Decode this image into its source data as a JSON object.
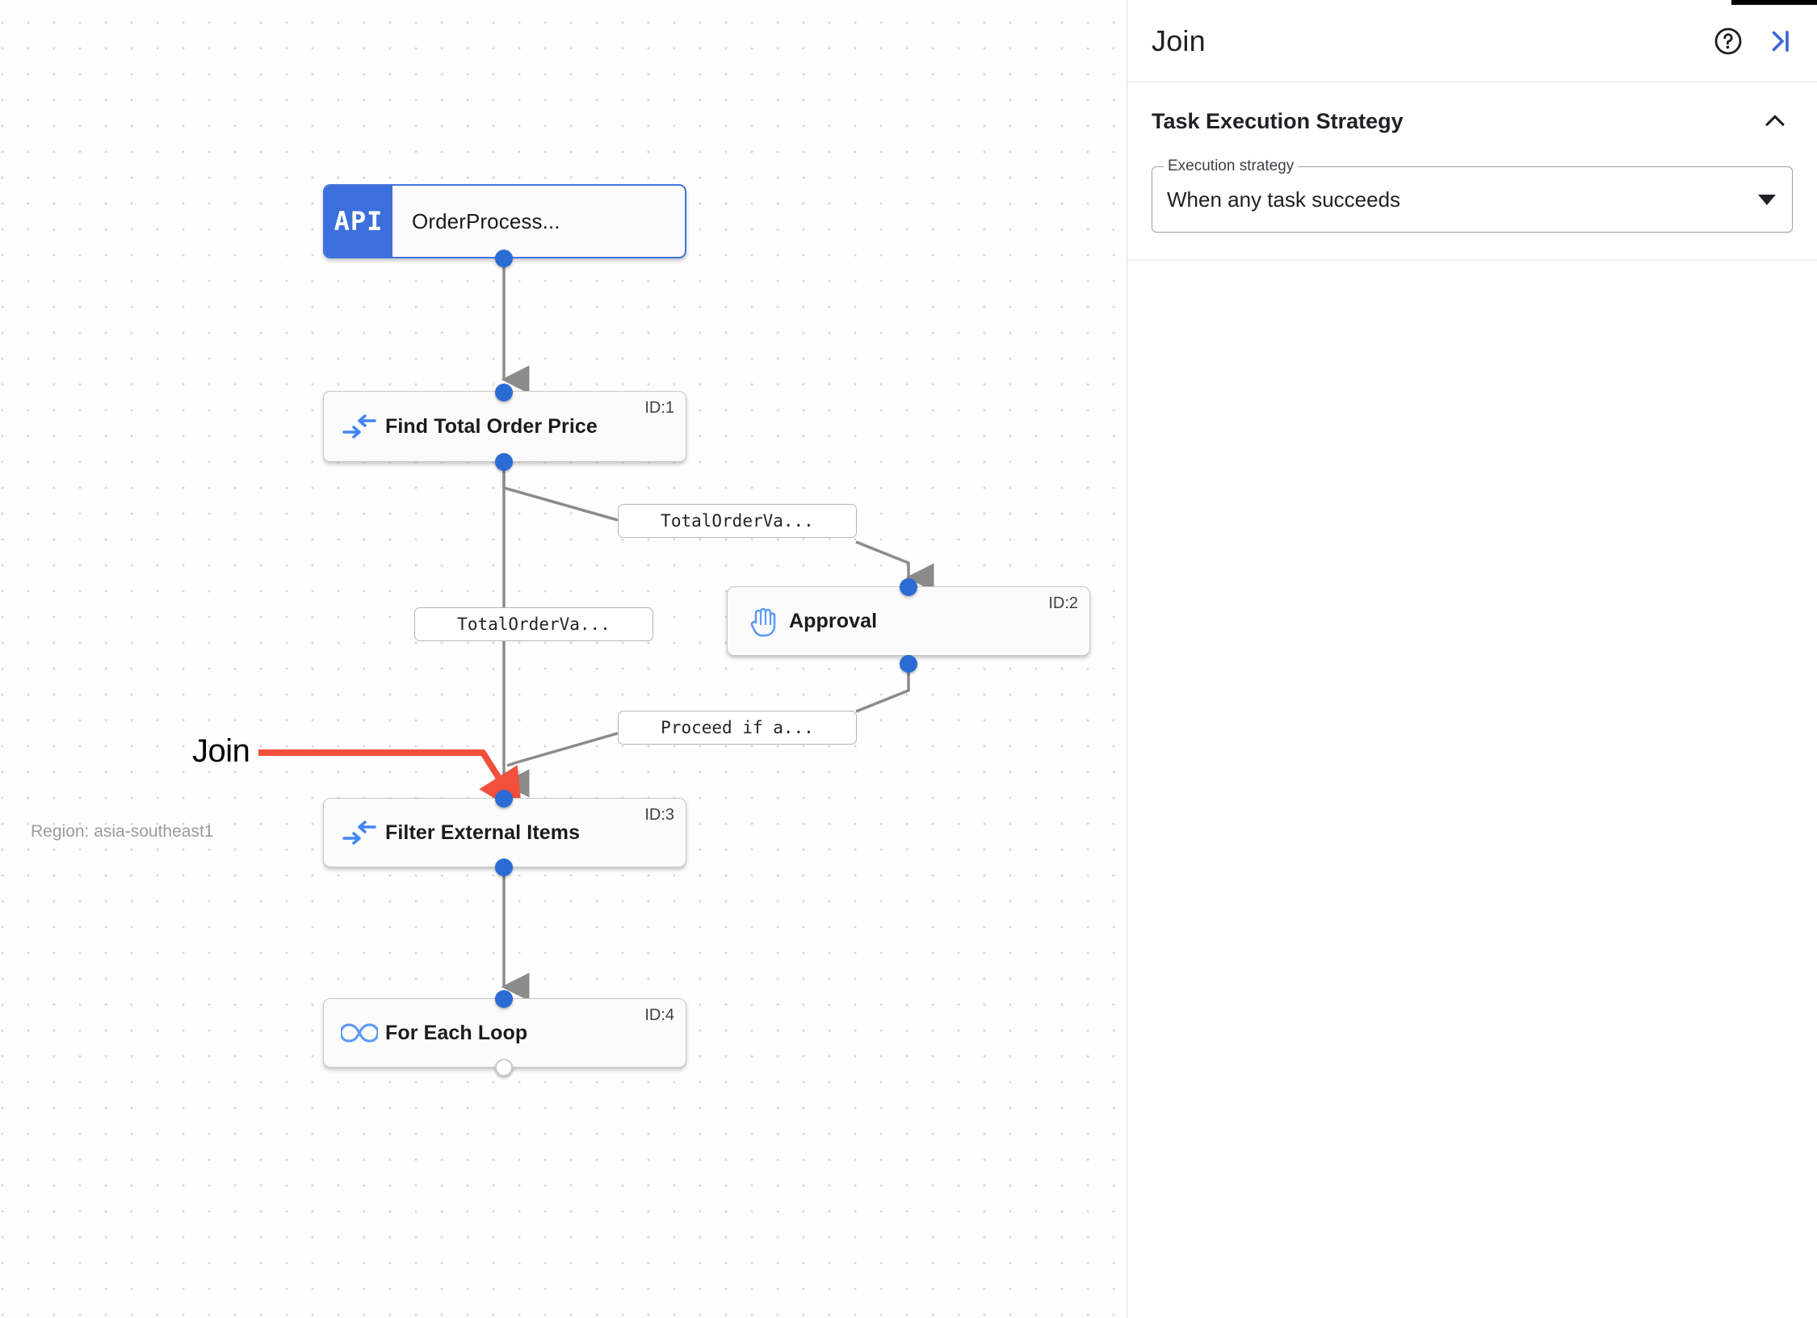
{
  "canvas": {
    "region_label": "Region: asia-southeast1",
    "annotation": {
      "label": "Join",
      "color": "#f2503c"
    },
    "nodes": [
      {
        "id": "trigger",
        "badge": "API",
        "title": "OrderProcess...",
        "id_label": ""
      },
      {
        "id": "task1",
        "icon": "merge-arrows-icon",
        "title": "Find Total Order Price",
        "id_label": "ID:1"
      },
      {
        "id": "task2",
        "icon": "raised-hand-icon",
        "title": "Approval",
        "id_label": "ID:2"
      },
      {
        "id": "task3",
        "icon": "merge-arrows-icon",
        "title": "Filter External Items",
        "id_label": "ID:3"
      },
      {
        "id": "task4",
        "icon": "infinity-icon",
        "title": "For Each Loop",
        "id_label": "ID:4"
      }
    ],
    "edge_labels": [
      {
        "id": "e1",
        "text": "TotalOrderVa..."
      },
      {
        "id": "e2",
        "text": "TotalOrderVa..."
      },
      {
        "id": "e3",
        "text": "Proceed if a..."
      }
    ]
  },
  "panel": {
    "title": "Join",
    "help_icon": "help-circle-icon",
    "collapse_icon": "collapse-panel-icon",
    "section": {
      "title": "Task Execution Strategy",
      "collapse_icon": "chevron-up-icon",
      "field": {
        "label": "Execution strategy",
        "value": "When any task succeeds",
        "dropdown_icon": "triangle-down-icon"
      }
    }
  }
}
